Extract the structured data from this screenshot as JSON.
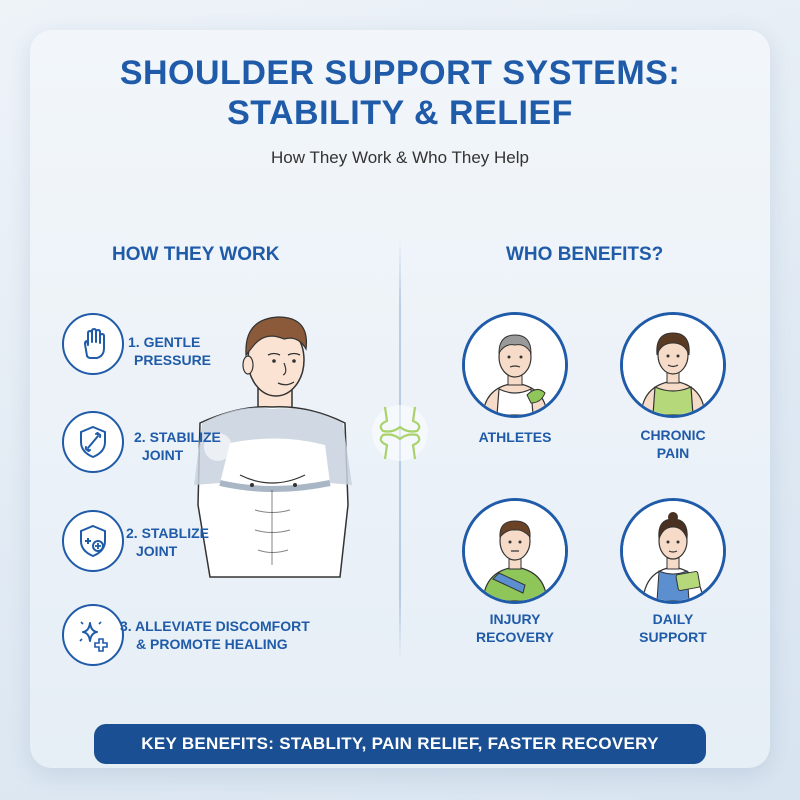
{
  "header": {
    "title_line1": "SHOULDER SUPPORT SYSTEMS:",
    "title_line2": "STABILITY & RELIEF",
    "subtitle": "How They Work & Who They Help"
  },
  "how": {
    "heading": "HOW THEY WORK",
    "steps": [
      {
        "line1": "1. GENTLE",
        "line2": "PRESSURE",
        "icon": "hand-icon"
      },
      {
        "line1": "2. STABILIZE",
        "line2": "JOINT",
        "icon": "shield-bone-icon"
      },
      {
        "line1": "2. STABLIZE",
        "line2": "JOINT",
        "icon": "shield-plus-icon"
      },
      {
        "line1": "3. ALLEVIATE DISCOMFORT",
        "line2": "& PROMOTE HEALING",
        "icon": "sparkle-plus-icon"
      }
    ]
  },
  "who": {
    "heading": "WHO BENEFITS?",
    "groups": [
      {
        "line1": "ATHLETES",
        "line2": ""
      },
      {
        "line1": "CHRONIC",
        "line2": "PAIN"
      },
      {
        "line1": "INJURY",
        "line2": "RECOVERY"
      },
      {
        "line1": "DAILY",
        "line2": "SUPPORT"
      }
    ]
  },
  "banner": {
    "text": "KEY BENEFITS: STABLITY, PAIN RELIEF, FASTER RECOVERY"
  },
  "colors": {
    "primary": "#1f5ba8",
    "banner": "#1b4f93",
    "accent_green": "#a8d26a"
  }
}
